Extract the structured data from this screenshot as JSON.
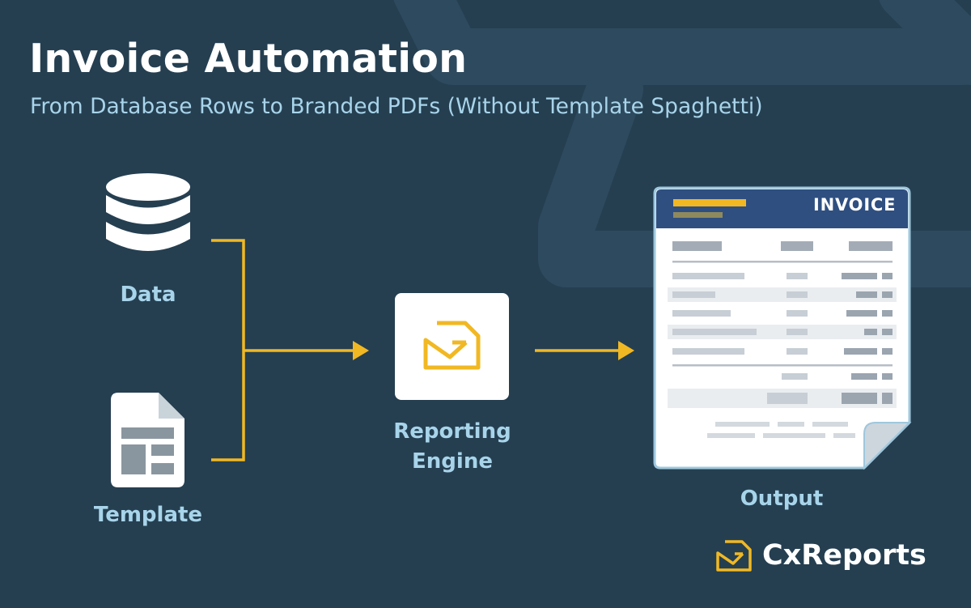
{
  "header": {
    "title": "Invoice Automation",
    "subtitle": "From Database Rows to Branded PDFs (Without Template Spaghetti)"
  },
  "diagram": {
    "nodes": [
      {
        "id": "data",
        "label": "Data",
        "icon": "database-icon"
      },
      {
        "id": "template",
        "label": "Template",
        "icon": "template-document-icon"
      },
      {
        "id": "engine",
        "label_lines": [
          "Reporting",
          "Engine"
        ],
        "icon": "cxreports-logo-icon"
      },
      {
        "id": "output",
        "label": "Output",
        "icon": "invoice-document-icon"
      }
    ],
    "edges": [
      {
        "from": "data",
        "to": "engine"
      },
      {
        "from": "template",
        "to": "engine"
      },
      {
        "from": "engine",
        "to": "output"
      }
    ]
  },
  "invoice": {
    "heading": "INVOICE"
  },
  "brand": {
    "name": "CxReports"
  },
  "colors": {
    "background": "#253f51",
    "accent": "#f1b823",
    "label": "#a8d4ea",
    "invoice_header": "#2f4f80",
    "white": "#ffffff"
  }
}
